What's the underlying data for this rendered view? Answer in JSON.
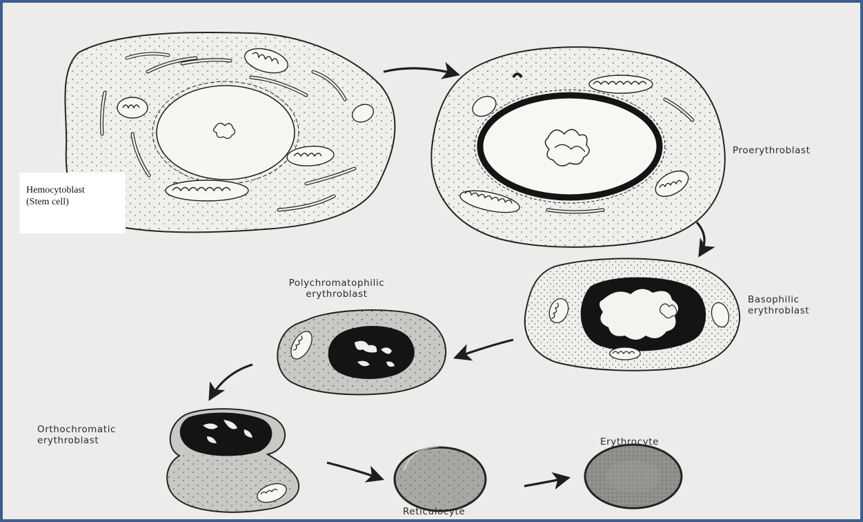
{
  "labels": {
    "hemocytoblast": {
      "line1": "Hemocytoblast",
      "line2": "(Stem cell)"
    },
    "proerythroblast": "Proerythroblast",
    "basophilic": {
      "line1": "Basophilic",
      "line2": "erythroblast"
    },
    "polychromatophilic": {
      "line1": "Polychromatophilic",
      "line2": "erythroblast"
    },
    "orthochromatic": {
      "line1": "Orthochromatic",
      "line2": "erythroblast"
    },
    "reticulocyte": "Reticulocyte",
    "erythrocyte": "Erythrocyte"
  },
  "colors": {
    "frame_border": "#3a5f8e",
    "paper": "#edecea",
    "ink": "#222222",
    "nucleus": "#141414",
    "cytoplasm_light": "#f0efec",
    "cytoplasm_gray": "#c9c8c5",
    "reticulocyte_fill": "#a8a7a4",
    "erythrocyte_fill": "#8f8e8b"
  }
}
